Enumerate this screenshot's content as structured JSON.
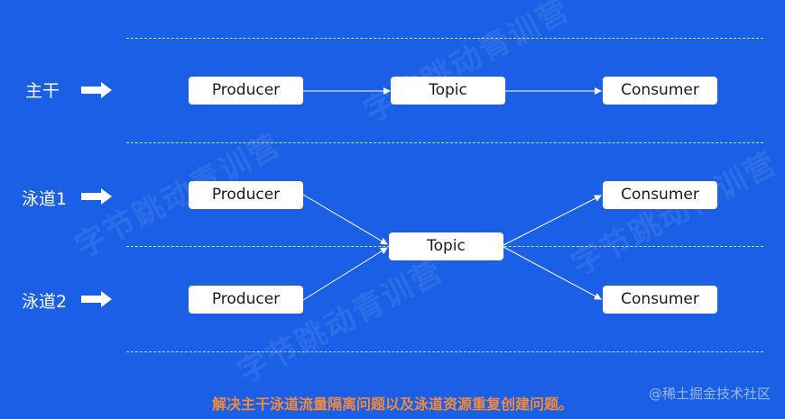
{
  "lanes": {
    "trunk": "主干",
    "swimlane1": "泳道1",
    "swimlane2": "泳道2"
  },
  "nodes": {
    "trunk_producer": "Producer",
    "trunk_topic": "Topic",
    "trunk_consumer": "Consumer",
    "lane1_producer": "Producer",
    "lane2_producer": "Producer",
    "shared_topic": "Topic",
    "lane1_consumer": "Consumer",
    "lane2_consumer": "Consumer"
  },
  "footer": {
    "note": "解决主干泳道流量隔离问题以及泳道资源重复创建问题。"
  },
  "watermark": {
    "text": "字节跳动青训营",
    "site": "@稀土掘金技术社区"
  },
  "colors": {
    "background": "#1a5fe6",
    "node": "#ffffff",
    "note": "#f08a3c"
  }
}
